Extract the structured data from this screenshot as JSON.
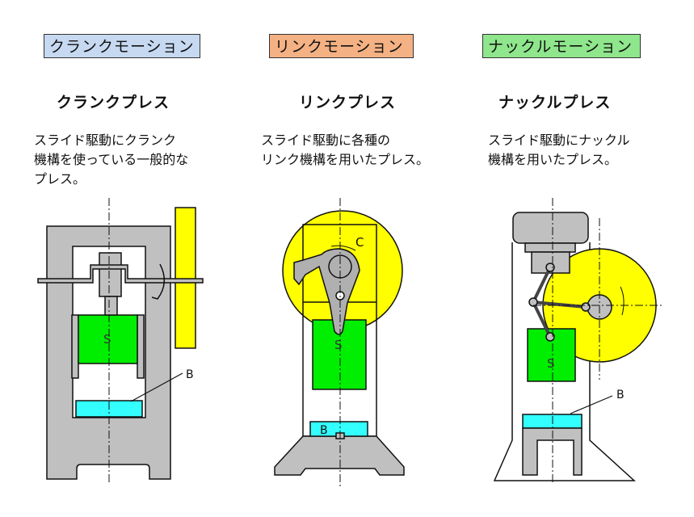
{
  "columns": [
    {
      "tag": "クランクモーション",
      "tag_color": "#c6d9f1",
      "title": "クランクプレス",
      "desc": "スライド駆動にクランク\n機構を使っている一般的な\nプレス。"
    },
    {
      "tag": "リンクモーション",
      "tag_color": "#f4b183",
      "title": "リンクプレス",
      "desc": "スライド駆動に各種の\nリンク機構を用いたプレス。"
    },
    {
      "tag": "ナックルモーション",
      "tag_color": "#8fe68c",
      "title": "ナックルプレス",
      "desc": "スライド駆動にナックル\n機構を用いたプレス。"
    }
  ],
  "labels": {
    "slide": "S",
    "bolster": "B",
    "crank": "C"
  },
  "colors": {
    "frame": "#c0c0c0",
    "flywheel": "#ffff00",
    "slide": "#00ee00",
    "bolster": "#33ffff"
  }
}
